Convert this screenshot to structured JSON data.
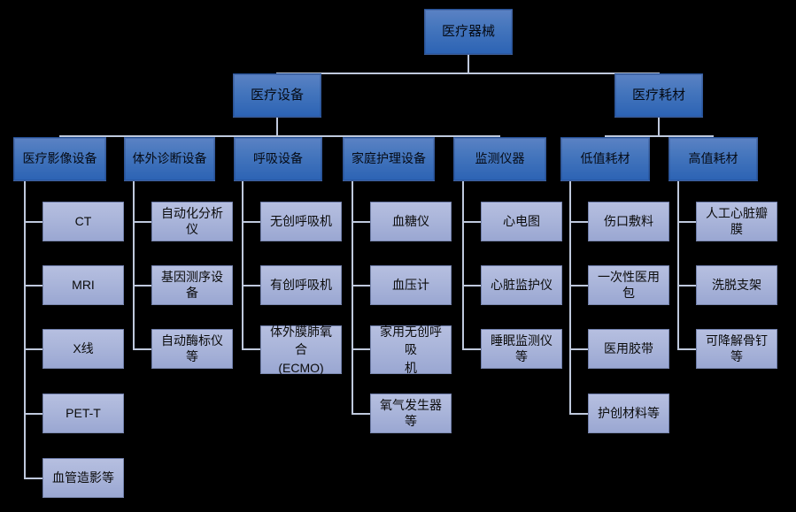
{
  "diagram": {
    "type": "tree",
    "title": "医疗器械",
    "colors": {
      "background": "#000000",
      "branch_fill": "#3b6cbb",
      "leaf_fill": "#a9b4d9",
      "connector": "#bfc9dd",
      "text": "#0a0a0a"
    }
  },
  "root": {
    "label": "医疗器械"
  },
  "level2": [
    {
      "label": "医疗设备"
    },
    {
      "label": "医疗耗材"
    }
  ],
  "level3": [
    {
      "label": "医疗影像设备"
    },
    {
      "label": "体外诊断设备"
    },
    {
      "label": "呼吸设备"
    },
    {
      "label": "家庭护理设备"
    },
    {
      "label": "监测仪器"
    },
    {
      "label": "低值耗材"
    },
    {
      "label": "高值耗材"
    }
  ],
  "leaves": {
    "imaging": [
      {
        "label": "CT"
      },
      {
        "label": "MRI"
      },
      {
        "label": "X线"
      },
      {
        "label": "PET-T"
      },
      {
        "label": "血管造影等"
      }
    ],
    "ivd": [
      {
        "label": "自动化分析仪"
      },
      {
        "label": "基因测序设备"
      },
      {
        "label": "自动酶标仪等"
      }
    ],
    "respiratory": [
      {
        "label": "无创呼吸机"
      },
      {
        "label": "有创呼吸机"
      },
      {
        "label": "体外膜肺氧合",
        "label2": "(ECMO)"
      }
    ],
    "homecare": [
      {
        "label": "血糖仪"
      },
      {
        "label": "血压计"
      },
      {
        "label": "家用无创呼吸",
        "label2": "机"
      },
      {
        "label": "氧气发生器等"
      }
    ],
    "monitoring": [
      {
        "label": "心电图"
      },
      {
        "label": "心脏监护仪"
      },
      {
        "label": "睡眠监测仪等"
      }
    ],
    "low_value": [
      {
        "label": "伤口敷料"
      },
      {
        "label": "一次性医用包"
      },
      {
        "label": "医用胶带"
      },
      {
        "label": "护创材料等"
      }
    ],
    "high_value": [
      {
        "label": "人工心脏瓣膜"
      },
      {
        "label": "洗脱支架"
      },
      {
        "label": "可降解骨钉等"
      }
    ]
  }
}
